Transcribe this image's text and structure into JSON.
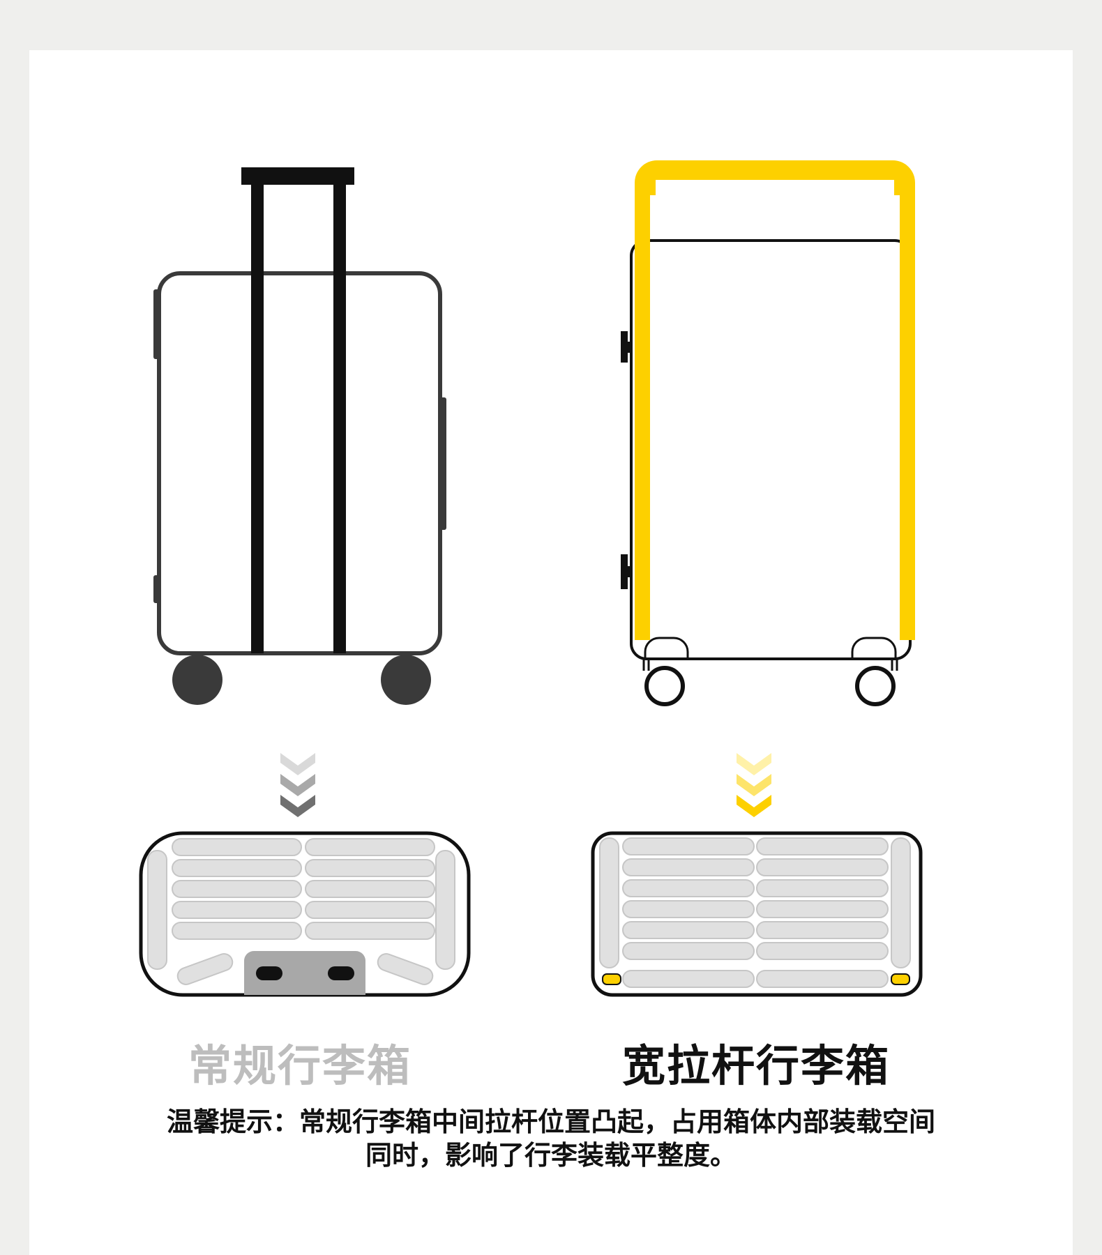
{
  "colors": {
    "background": "#efefed",
    "card": "#ffffff",
    "accent_yellow": "#fdd000",
    "regular_label": "#bdbdbd",
    "text": "#111111"
  },
  "labels": {
    "regular": "常规行李箱",
    "wide": "宽拉杆行李箱"
  },
  "tip": {
    "line1": "温馨提示：常规行李箱中间拉杆位置凸起，占用箱体内部装载空间",
    "line2": "同时，影响了行李装载平整度。"
  },
  "icons": {
    "regular_suitcase": "regular-suitcase-icon",
    "wide_suitcase": "wide-suitcase-icon",
    "regular_arrow": "chevron-down-icon",
    "wide_arrow": "chevron-down-icon"
  }
}
